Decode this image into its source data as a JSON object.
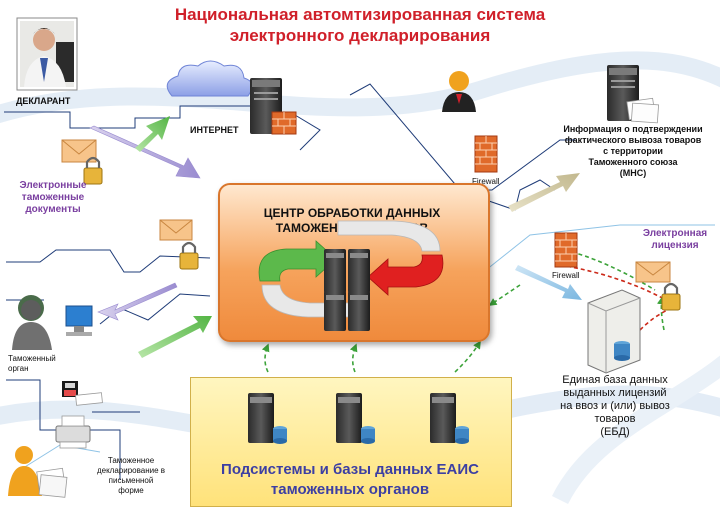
{
  "title": {
    "line1": "Национальная автомтизированная  система",
    "line2": "электронного декларирования"
  },
  "declarant_label": "ДЕКЛАРАНТ",
  "internet_label": "ИНТЕРНЕТ",
  "edocs_label": [
    "Электронные",
    "таможенные",
    "документы"
  ],
  "firewall_label": "Firewall",
  "mns_label": [
    "Информация о подтверждении",
    "фактического вывоза товаров",
    "с территории",
    "Таможенного союза",
    "(МНС)"
  ],
  "center": {
    "line1": "ЦЕНТР ОБРАБОТКИ ДАННЫХ",
    "line2": "ТАМОЖЕННЫХ ОРГАНОВ"
  },
  "elicense_label": [
    "Электронная",
    "лицензия"
  ],
  "ebd_label": [
    "Единая база данных",
    "выданных лицензий",
    "на ввоз и (или) вывоз",
    "товаров",
    "(ЕБД)"
  ],
  "customs_label": [
    "Таможенный",
    "орган"
  ],
  "paper_label": [
    "Таможенное",
    "декларирование в",
    "письменной форме"
  ],
  "subsystems": {
    "line1": "Подсистемы и базы данных ЕАИС",
    "line2": "таможенных органов"
  },
  "colors": {
    "title": "#d0202a",
    "purple": "#7a3fa0",
    "subsystems_text": "#3c3fa3",
    "line_navy": "#1f3c78",
    "arrow_green": "#5cb94b",
    "arrow_red": "#e02020",
    "firewall": "#e06a2a"
  },
  "icons": [
    "person-photo-icon",
    "cloud-icon",
    "server-icon",
    "firewall-icon",
    "envelope-lock-icon",
    "user-icon",
    "recycle-arrows-icon",
    "database-icon",
    "disk-icon",
    "printer-icon",
    "hands-user-icon"
  ]
}
